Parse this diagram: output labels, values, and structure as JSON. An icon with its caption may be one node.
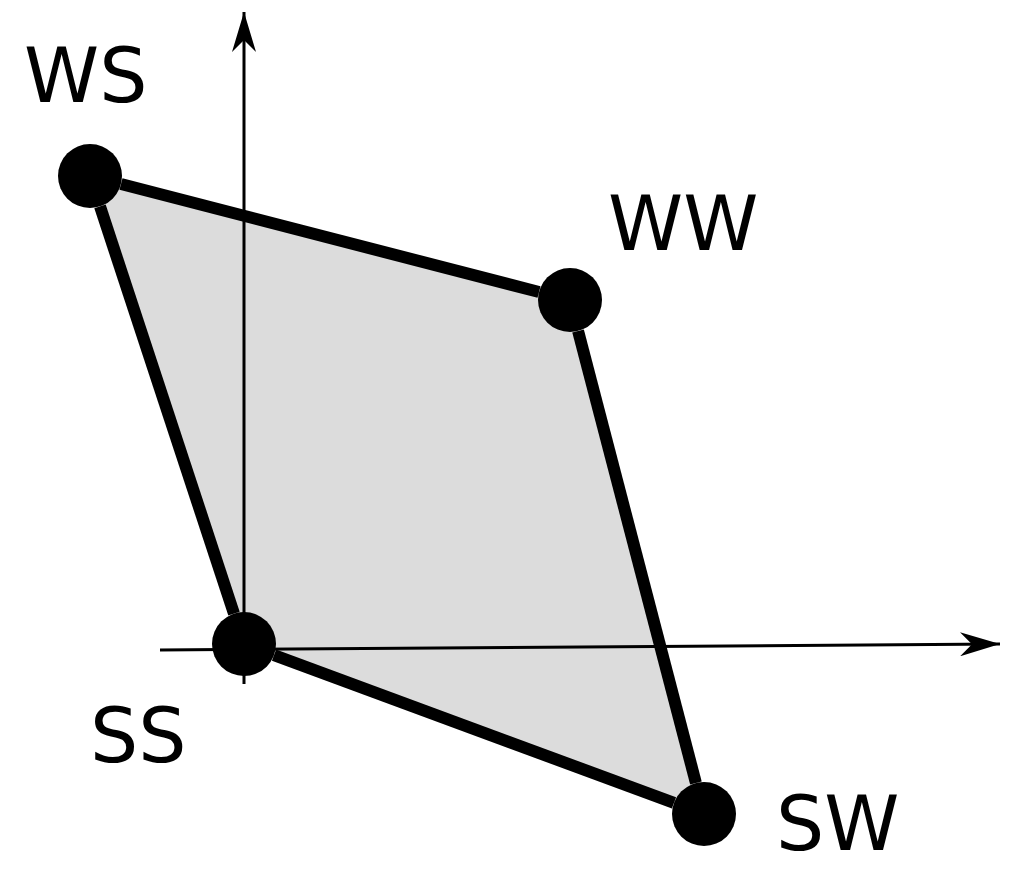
{
  "diagram": {
    "nodes": [
      {
        "text": [],
        "shape": "circle",
        "beside": [
          "WS"
        ]
      },
      {
        "text": [],
        "shape": "circle",
        "beside": [
          "WW"
        ]
      },
      {
        "text": [],
        "shape": "circle",
        "beside": [
          "SS"
        ]
      },
      {
        "text": [],
        "shape": "circle",
        "beside": [
          "SW"
        ]
      }
    ],
    "edges": [
      {
        "from": 0,
        "to": 1,
        "arrow": "none"
      },
      {
        "from": 1,
        "to": 3,
        "arrow": "none"
      },
      {
        "from": 3,
        "to": 2,
        "arrow": "none"
      },
      {
        "from": 2,
        "to": 0,
        "arrow": "none"
      }
    ]
  }
}
